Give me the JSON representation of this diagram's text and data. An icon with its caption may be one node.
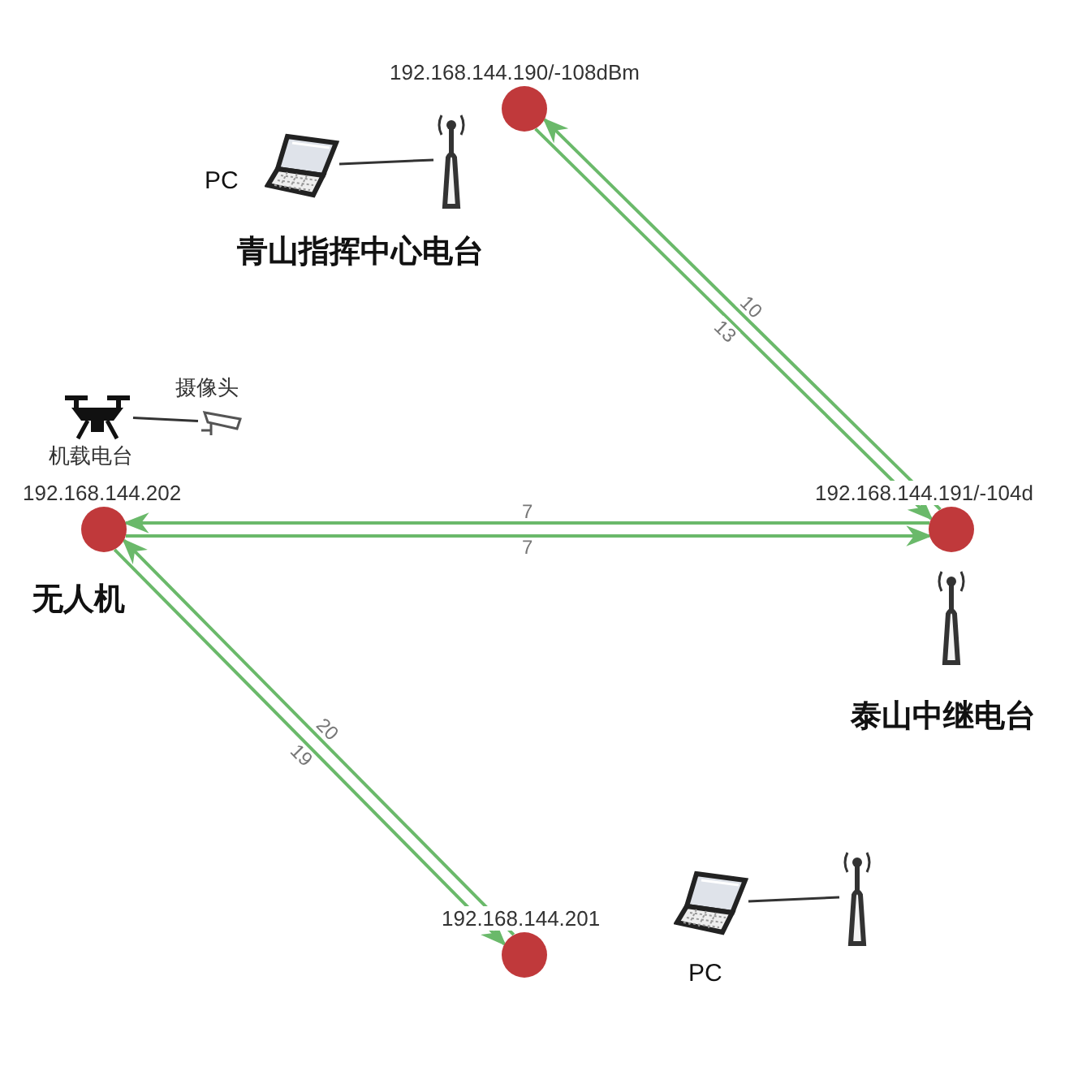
{
  "diagram": {
    "nodes": [
      {
        "text": [],
        "shape": "circle",
        "beside": [
          "192.168.144.190/-108dBm"
        ]
      },
      {
        "text": [],
        "shape": "circle",
        "beside": [
          "192.168.144.202"
        ]
      },
      {
        "text": [],
        "shape": "circle",
        "beside": [
          "192.168.144.191/-104d"
        ]
      },
      {
        "text": [],
        "shape": "circle",
        "beside": [
          "192.168.144.201"
        ]
      },
      {
        "text": [],
        "shape": "picture",
        "beside": [
          "PC"
        ]
      },
      {
        "text": [],
        "shape": "picture"
      },
      {
        "text": [],
        "shape": "picture",
        "beside": [
          "机载电台"
        ]
      },
      {
        "text": [],
        "shape": "picture",
        "beside": [
          "摄像头"
        ]
      },
      {
        "text": [],
        "shape": "picture",
        "beside": [
          "PC"
        ]
      },
      {
        "text": [],
        "shape": "picture"
      }
    ],
    "edges": [
      {
        "from": 2,
        "to": 0,
        "arrow": "to",
        "label": "10"
      },
      {
        "from": 0,
        "to": 2,
        "arrow": "to",
        "label": "13"
      },
      {
        "from": 2,
        "to": 1,
        "arrow": "to",
        "label": "7"
      },
      {
        "from": 1,
        "to": 2,
        "arrow": "to",
        "label": "7"
      },
      {
        "from": 3,
        "to": 1,
        "arrow": "to",
        "label": "20"
      },
      {
        "from": 1,
        "to": 3,
        "arrow": "to",
        "label": "19"
      },
      {
        "from": 4,
        "to": 5,
        "arrow": "none",
        "color": "#333333"
      },
      {
        "from": 6,
        "to": 7,
        "arrow": "none",
        "color": "#333333"
      },
      {
        "from": 8,
        "to": 9,
        "arrow": "none",
        "color": "#333333"
      }
    ],
    "labels": [
      "青山指挥中心电台",
      "无人机",
      "泰山中继电台"
    ]
  }
}
